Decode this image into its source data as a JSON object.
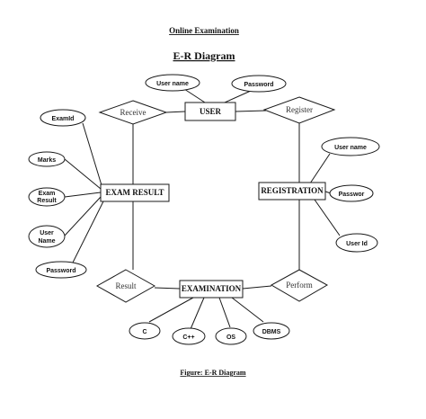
{
  "title": "Online Examination",
  "subtitle": "E-R Diagram",
  "caption": "Figure: E-R Diagram",
  "entities": {
    "user": "USER",
    "exam_result": "EXAM RESULT",
    "registration": "REGISTRATION",
    "examination": "EXAMINATION"
  },
  "relationships": {
    "receive": "Receive",
    "register": "Register",
    "result": "Result",
    "perform": "Perform"
  },
  "attributes": {
    "user_name_top": "User name",
    "password_top": "Password",
    "examid": "ExamId",
    "marks": "Marks",
    "exam_result_1": "Exam",
    "exam_result_2": "Result",
    "user_name_left_1": "User",
    "user_name_left_2": "Name",
    "password_left": "Password",
    "user_name_right": "User name",
    "passwor_right": "Passwor",
    "user_id_right": "User Id",
    "c": "C",
    "cpp": "C++",
    "os": "OS",
    "dbms": "DBMS"
  }
}
